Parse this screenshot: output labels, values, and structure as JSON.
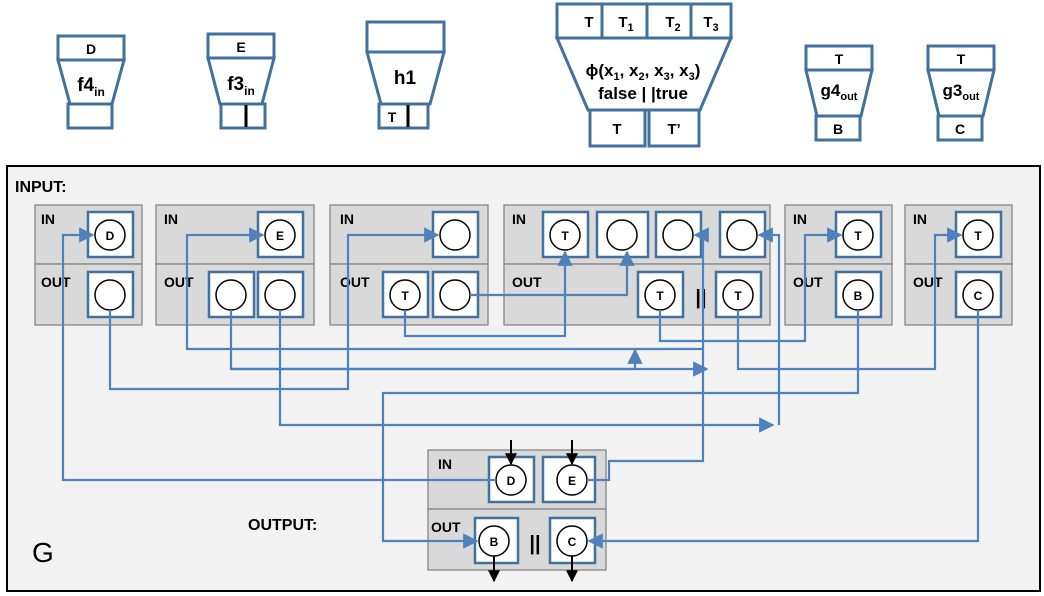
{
  "colors": {
    "stroke_blue": "#41719C",
    "wire_blue": "#4F81BD",
    "panel_fill": "#D9D9D9",
    "graph_fill": "#F2F2F2",
    "box_fill": "#FFFFFF"
  },
  "top_components": {
    "f4": {
      "input_label": "D",
      "name": "f4",
      "subscript": "in"
    },
    "f3": {
      "input_label": "E",
      "name": "f3",
      "subscript": "in"
    },
    "h1": {
      "name": "h1",
      "output_label": "T"
    },
    "phi": {
      "inputs": [
        "T",
        "T",
        "T",
        "T"
      ],
      "input_subs": [
        "",
        "1",
        "2",
        "3"
      ],
      "func": "ϕ",
      "args": [
        "x",
        "x",
        "x",
        "x"
      ],
      "arg_subs": [
        "1",
        "2",
        "3",
        "3"
      ],
      "line2": "false | |true",
      "outputs": [
        "T",
        "T’"
      ]
    },
    "g4": {
      "input_label": "T",
      "name": "g4",
      "subscript": "out",
      "output_label": "B"
    },
    "g3": {
      "input_label": "T",
      "name": "g3",
      "subscript": "out",
      "output_label": "C"
    }
  },
  "graph": {
    "label": "G",
    "input_title": "INPUT:",
    "output_title": "OUTPUT:",
    "in_label": "IN",
    "out_label": "OUT",
    "parallel_symbol": "||",
    "nodes": {
      "f4_in_port": "D",
      "f3_in_port": "E",
      "h1_out_port": "T",
      "phi_in_port": "T",
      "phi_out_port_a": "T",
      "phi_out_port_b": "T",
      "g4_in_port": "T",
      "g4_out_port": "B",
      "g3_in_port": "T",
      "g3_out_port": "C",
      "out_in_d": "D",
      "out_in_e": "E",
      "out_out_b": "B",
      "out_out_c": "C"
    }
  }
}
